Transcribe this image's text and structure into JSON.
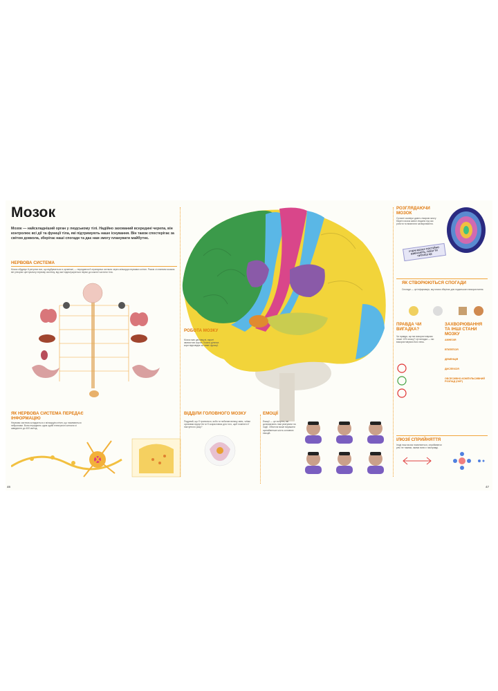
{
  "page": {
    "title": "Мозок",
    "intro": "Мозок — найскладніший орган у людському тілі. Надійно захований всередині черепа, він контролює всі дії та функції тіла, які підтримують наше існування. Він також спостерігає за світом довкола, зберігає наші спогади та дає нам змогу планувати майбутнє.",
    "page_left": "46",
    "page_right": "47"
  },
  "sections": {
    "nervous_system": {
      "heading": "НЕРВОВА СИСТЕМА",
      "body": "Мозок обдумує й регулює все, що відбувається в організмі, — передаючи й отримуючи сигнали через мільярди нервових клітин. Разом зі спинним мозком він утворює центральну нервову систему, від якої відгалужуються нерви до кожної частини тіла."
    },
    "info_transfer": {
      "heading": "ЯК НЕРВОВА СИСТЕМА ПЕРЕДАЄ ІНФОРМАЦІЮ",
      "body": "Нервова система складається з мільярдів клітин, що називаються нейронами. Вони передають одна одній електричні сигнали зі швидкістю до 400 км/год."
    },
    "brain_work": {
      "heading": "РОБОТА МОЗКУ",
      "body": "Мозок має дві півкулі, вкриті звивистою корою. Кожна ділянка кори відповідає за певні функції."
    },
    "brain_parts": {
      "heading": "ВІДДІЛИ ГОЛОВНОГО МОЗКУ",
      "body": "Подумай, що б трапилося, якби ти побачив велику змію, чиїми органами відчуттів ти б скористався для того, щоб помітити її наступного разу?"
    },
    "emotions": {
      "heading": "ЕМОЦІЇ",
      "body": "Емоції — це почуття, які допомагають нам реагувати на події. Обличчя може виражати щонайменше шість основних емоцій."
    },
    "scanning": {
      "heading": "РОЗГЛЯДАЮЧИ МОЗОК",
      "body": "Сучасні сканери дають лікарям змогу бачити мозок живої людини під час роботи та виявляти захворювання.",
      "sign": "УЧЕНІ МОЗКУ ПОСТІЙНО ВИВЧАЮТЬ, ПОКИ ТИ ЧИТАЄШ ЦЕ"
    },
    "memory": {
      "heading": "ЯК СТВОРЮЮТЬСЯ СПОГАДИ",
      "body": "Спогади — це інформація, яку мозок зберігає для подальшого використання."
    },
    "true_or_false": {
      "heading": "ПРАВДА ЧИ ВИГАДКА?",
      "body": "Чи правда, що ми використовуємо лише 10% мозку? Це вигадка — ми використовуємо його весь."
    },
    "diseases": {
      "heading": "ЗАХВОРЮВАННЯ ТА ІНШІ СТАНИ МОЗКУ",
      "items": [
        "АМНЕЗІЯ",
        "ЕПІЛЕПСІЯ",
        "ДЕМЕНЦІЯ",
        "ДИСЛЕКСІЯ",
        "ОБСЕСИВНО-КОМПУЛЬСИВНИЙ РОЗЛАД (ОКР)"
      ]
    },
    "illusions": {
      "heading": "ІЛЮЗІЇ СПРИЙНЯТТЯ",
      "body": "Іноді наш мозок помиляється, сприймаючи речі не такими, якими вони є насправді."
    }
  },
  "colors": {
    "frontal": "#f2d43a",
    "parietal": "#f2d43a",
    "green": "#3b9a4a",
    "pink": "#d9468a",
    "blue": "#5ab7e6",
    "purple": "#8a5aa8",
    "orange_accent": "#e07a10"
  }
}
